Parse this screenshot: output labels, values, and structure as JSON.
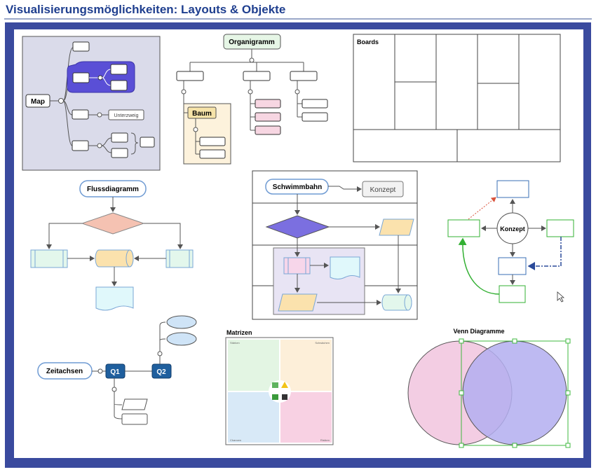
{
  "page": {
    "title": "Visualisierungsmöglichkeiten: Layouts & Objekte"
  },
  "map": {
    "root": "Map",
    "sub_label": "Unterzweig"
  },
  "org": {
    "root": "Organigramm",
    "tree_label": "Baum"
  },
  "boards": {
    "label": "Boards"
  },
  "flow": {
    "label": "Flussdiagramm"
  },
  "swimlane": {
    "label": "Schwimmbahn",
    "concept": "Konzept"
  },
  "concept": {
    "label": "Konzept"
  },
  "timeline": {
    "label": "Zeitachsen",
    "q1": "Q1",
    "q2": "Q2"
  },
  "matrix": {
    "label": "Matrizen",
    "tl": "Stärken",
    "tr": "Schwächen",
    "bl": "Chancen",
    "br": "Risiken"
  },
  "venn": {
    "label": "Venn Diagramme"
  },
  "colors": {
    "title": "#1f3f8f",
    "frame": "#3a4a9e",
    "map_bg": "#dadbea",
    "map_highlight": "#5a4fd6",
    "flow_diamond": "#f5c2b2",
    "swim_diamond": "#7b6fe0",
    "venn_left": "#f3cde3",
    "venn_right": "#b3aef0",
    "selection": "#3fb83f"
  }
}
